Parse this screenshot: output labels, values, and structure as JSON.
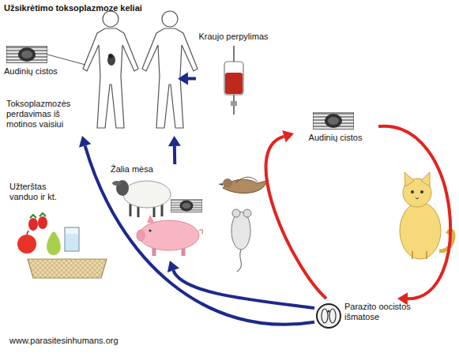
{
  "diagram": {
    "title": "Užsikrėtimo toksoplazmoze keliai",
    "nodes": [
      {
        "text": [
          "Audinių cistos",
          "Toksoplazmozės perdavimas iš motinos vaisiui"
        ]
      },
      {
        "text": [
          "Kraujo perpylimas"
        ]
      },
      {
        "text": [
          "Žalia mėsa"
        ]
      },
      {
        "text": [
          "Užterštas vanduo ir kt."
        ]
      },
      {
        "text": [
          "Audinių cistos"
        ]
      },
      {
        "text": [
          "Parazito oocistos išmatose"
        ]
      }
    ],
    "edges": [
      {
        "from": 1,
        "to": 0,
        "arrow": "to"
      },
      {
        "from": 2,
        "to": 0,
        "arrow": "to"
      },
      {
        "from": 5,
        "to": 0,
        "arrow": "to"
      },
      {
        "from": 5,
        "to": 2,
        "arrow": "to"
      },
      {
        "from": 4,
        "to": 5,
        "arrow": "to"
      },
      {
        "from": 5,
        "to": 4,
        "arrow": "to"
      }
    ],
    "labels": [
      "www.parasitesinhumans.org"
    ]
  }
}
